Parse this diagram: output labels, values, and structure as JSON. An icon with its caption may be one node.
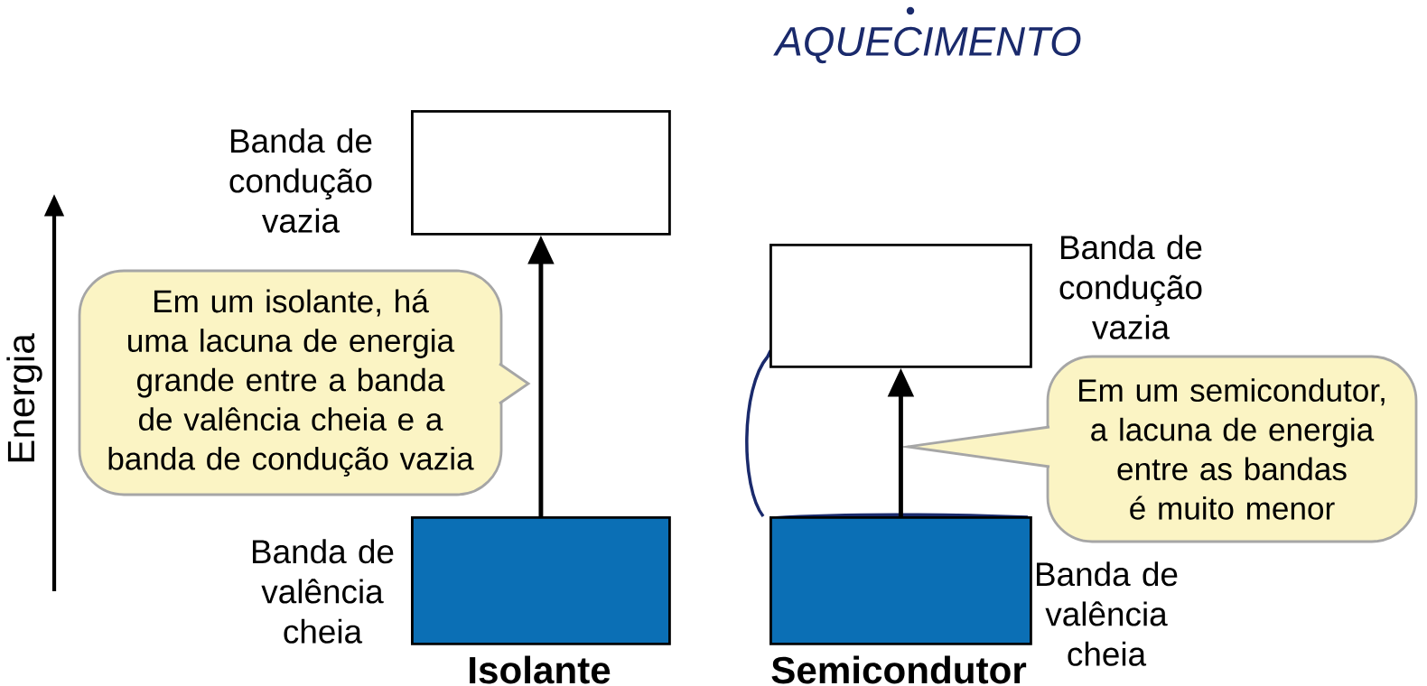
{
  "diagram": {
    "nodes": [
      {
        "text": [],
        "shape": "box",
        "beside": [
          "Banda de condução vazia"
        ]
      },
      {
        "text": [],
        "shape": "box",
        "beside": [
          "Banda de valência cheia"
        ]
      },
      {
        "text": [],
        "shape": "box",
        "beside": [
          "Banda de condução vazia"
        ]
      },
      {
        "text": [],
        "shape": "box",
        "beside": [
          "Banda de valência cheia"
        ]
      },
      {
        "text": [
          "Em um isolante, há uma lacuna de energia grande entre a banda de valência cheia e a banda de condução vazia"
        ]
      },
      {
        "text": [
          "Em um semicondutor, a lacuna de energia entre as bandas é muito menor"
        ]
      }
    ],
    "edges": [
      {
        "from": 1,
        "to": 0,
        "arrow": "to"
      },
      {
        "from": 3,
        "to": 2,
        "arrow": "to"
      }
    ],
    "labels": [
      "AQUECIMENTO",
      "Energia",
      "Isolante",
      "Semicondutor"
    ]
  }
}
